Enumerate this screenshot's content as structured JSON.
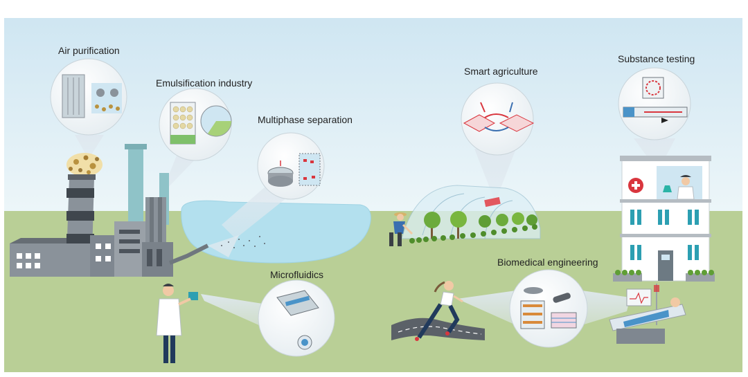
{
  "labels": {
    "air_purification": "Air purification",
    "emulsification_industry": "Emulsification industry",
    "multiphase_separation": "Multiphase separation",
    "smart_agriculture": "Smart agriculture",
    "substance_testing": "Substance testing",
    "microfluidics": "Microfluidics",
    "biomedical_engineering": "Biomedical engineering"
  },
  "colors": {
    "sky_top": "#cfe6f2",
    "sky_bottom": "#e9f4f8",
    "ground": "#b9cf96",
    "water": "#b3e0ee",
    "factory_gray": "#7f8790",
    "factory_dark": "#4d545c",
    "accent_red": "#d9363e",
    "bubble": "#f4f7f8",
    "spotlight": "#dbe6ee"
  },
  "icons": [
    "factory-icon",
    "greenhouse-icon",
    "hospital-icon",
    "scientist-icon",
    "runner-icon",
    "patient-bed-icon",
    "farmer-icon",
    "doctor-icon"
  ]
}
